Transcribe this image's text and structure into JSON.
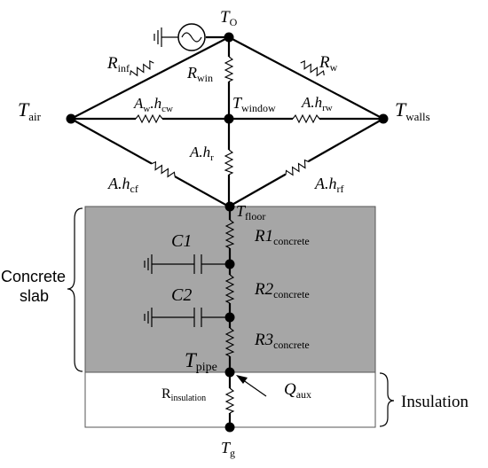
{
  "nodes": {
    "t_o": {
      "main": "T",
      "sub": "O"
    },
    "t_air": {
      "main": "T",
      "sub": "air"
    },
    "t_walls": {
      "main": "T",
      "sub": "walls"
    },
    "t_window": {
      "main": "T",
      "sub": "window"
    },
    "t_floor": {
      "main": "T",
      "sub": "floor"
    },
    "t_pipe": {
      "main": "T",
      "sub": "pipe"
    },
    "t_g": {
      "main": "T",
      "sub": "g"
    }
  },
  "resistors": {
    "r_inf": {
      "main": "R",
      "sub": "inf"
    },
    "r_win": {
      "main": "R",
      "sub": "win"
    },
    "r_w": {
      "main": "R",
      "sub": "w"
    },
    "a_hcw": {
      "a": "A",
      "a_sub": "w",
      "dot": ".",
      "h": "h",
      "sub": "cw"
    },
    "a_hrw": {
      "main": "A.h",
      "sub": "rw"
    },
    "a_hr": {
      "main": "A.h",
      "sub": "r"
    },
    "a_hcf": {
      "main": "A.h",
      "sub": "cf"
    },
    "a_hrf": {
      "main": "A.h",
      "sub": "rf"
    },
    "r1": {
      "main": "R1",
      "sub": "concrete"
    },
    "r2": {
      "main": "R2",
      "sub": "concrete"
    },
    "r3": {
      "main": "R3",
      "sub": "concrete"
    },
    "r_ins": {
      "main": "R",
      "sub": "insulation"
    }
  },
  "capacitors": {
    "c1": "C1",
    "c2": "C2"
  },
  "source": {
    "main": "Q",
    "sub": "aux"
  },
  "labels": {
    "concrete_line1": "Concrete",
    "concrete_line2": "slab",
    "insulation": "Insulation"
  },
  "colors": {
    "slab_fill": "#a6a6a6",
    "insulation_fill": "#ffffff",
    "line": "#000000"
  }
}
